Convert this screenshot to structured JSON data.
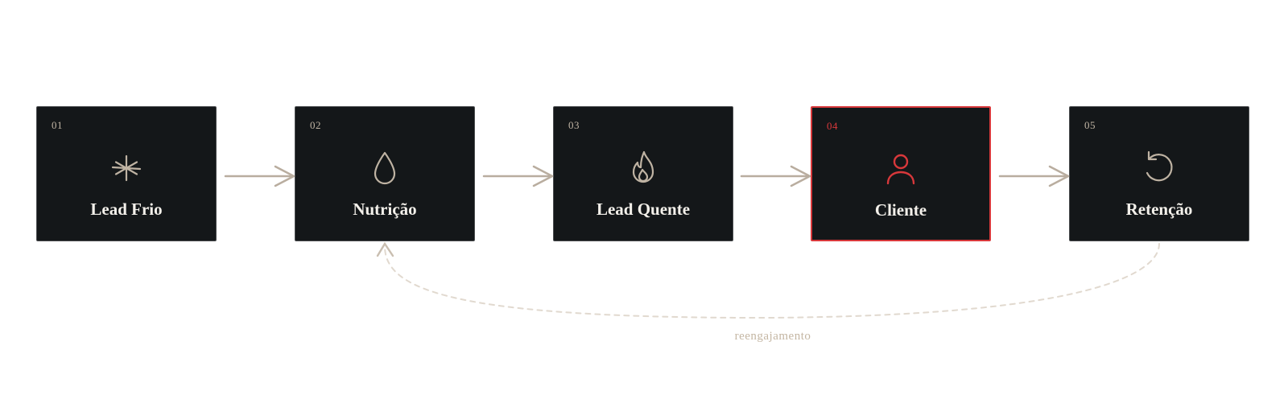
{
  "stages": [
    {
      "number": "01",
      "label": "Lead Frio",
      "icon": "snowflake-icon"
    },
    {
      "number": "02",
      "label": "Nutrição",
      "icon": "droplet-icon"
    },
    {
      "number": "03",
      "label": "Lead Quente",
      "icon": "flame-icon"
    },
    {
      "number": "04",
      "label": "Cliente",
      "icon": "user-icon",
      "highlighted": true
    },
    {
      "number": "05",
      "label": "Retenção",
      "icon": "rotate-icon"
    }
  ],
  "loop": {
    "label": "reengajamento",
    "from": "05",
    "to": "02"
  },
  "colors": {
    "background": "#ffffff",
    "card": "#141719",
    "card_border": "#4b4d4f",
    "accent": "#d8383b",
    "muted": "#bfb3a3",
    "arrow": "#b9ad9f",
    "label": "#f3f0ea"
  }
}
